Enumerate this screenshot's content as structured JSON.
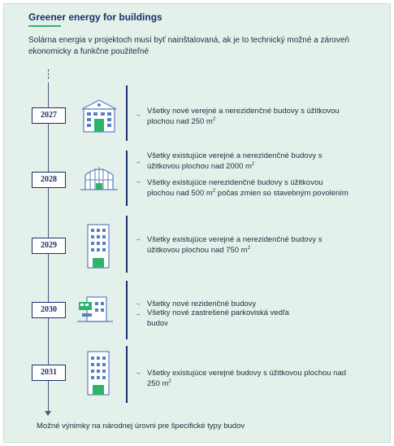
{
  "title": "Greener energy for buildings",
  "intro": "Solárna energia v projektoch musí byť nainštalovaná, ak je to technický možné a zároveň ekonomicky a funkčne použiteľné",
  "milestones": [
    {
      "year": "2027",
      "icon": "public-building-icon",
      "items": [
        {
          "before": "Všetky nové verejné a nerezidenčné budovy s úžitkovou plochou nad 250 m",
          "sup": "2",
          "after": ""
        }
      ]
    },
    {
      "year": "2028",
      "icon": "commercial-building-icon",
      "items": [
        {
          "before": "Všetky existujúce verejné a nerezidenčné budovy s úžitkovou plochou nad 2000 m",
          "sup": "2",
          "after": ""
        },
        {
          "before": "Všetky existujúce nerezidenčné budovy s úžitkovou plochou nad 500 m",
          "sup": "2",
          "after": " počas zmien so stavebným povolením"
        }
      ]
    },
    {
      "year": "2029",
      "icon": "office-tower-icon",
      "items": [
        {
          "before": "Všetky existujúce verejné a nerezidenčné budovy s úžitkovou plochou nad 750 m",
          "sup": "2",
          "after": ""
        }
      ]
    },
    {
      "year": "2030",
      "icon": "residential-parking-icon",
      "items": [
        {
          "before": "Všetky nové rezidenčné budovy",
          "sup": "",
          "after": ""
        },
        {
          "before": "Všetky nové zastrešené parkoviská vedľa budov",
          "sup": "",
          "after": ""
        }
      ]
    },
    {
      "year": "2031",
      "icon": "public-tower-icon",
      "items": [
        {
          "before": "Všetky existujúce verejné budovy s úžitkovou plochou nad 250 m",
          "sup": "2",
          "after": ""
        }
      ]
    }
  ],
  "arrow_glyph": "→",
  "footnote": "Možné výnimky na národnej úrovni pre špecifické typy budov",
  "colors": {
    "background": "#e4f1ea",
    "navy": "#1b2f6b",
    "green": "#2eb36b",
    "icon_blue": "#5a7fbf"
  }
}
